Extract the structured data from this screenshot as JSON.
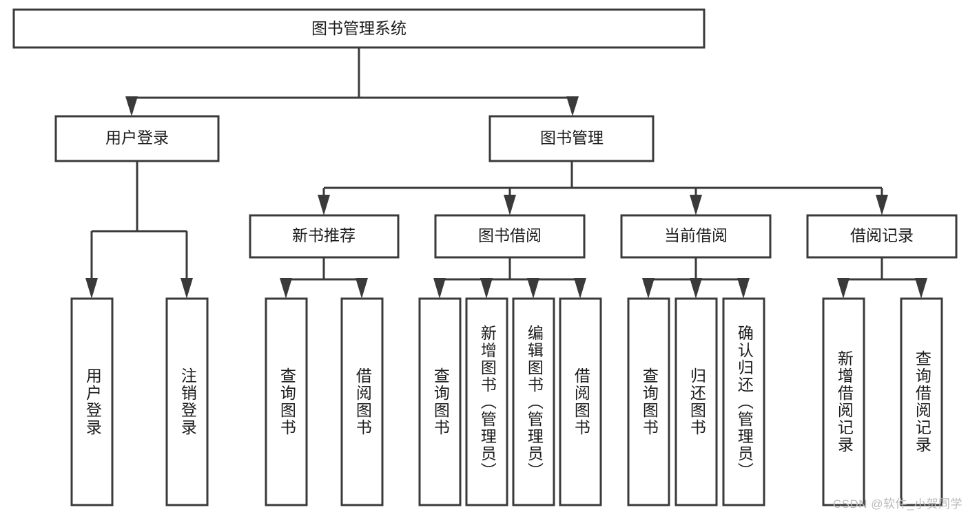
{
  "diagram": {
    "title": "图书管理系统",
    "watermark": "CSDN @软件_小贺同学",
    "root": {
      "label": "图书管理系统"
    },
    "level1": [
      {
        "label": "用户登录"
      },
      {
        "label": "图书管理"
      }
    ],
    "level2": [
      {
        "label": "新书推荐"
      },
      {
        "label": "图书借阅"
      },
      {
        "label": "当前借阅"
      },
      {
        "label": "借阅记录"
      }
    ],
    "leaves": {
      "user_login": [
        {
          "label": "用户登录"
        },
        {
          "label": "注销登录"
        }
      ],
      "new_book_recommend": [
        {
          "label": "查询图书"
        },
        {
          "label": "借阅图书"
        }
      ],
      "book_borrow": [
        {
          "label": "查询图书"
        },
        {
          "label": "新增图书（管理员）"
        },
        {
          "label": "编辑图书（管理员）"
        },
        {
          "label": "借阅图书"
        }
      ],
      "current_borrow": [
        {
          "label": "查询图书"
        },
        {
          "label": "归还图书"
        },
        {
          "label": "确认归还（管理员）"
        }
      ],
      "borrow_record": [
        {
          "label": "新增借阅记录"
        },
        {
          "label": "查询借阅记录"
        }
      ]
    },
    "colors": {
      "stroke": "#3a3a3a",
      "fill": "#ffffff",
      "text": "#1c1c1c",
      "watermark": "#b9b9b9"
    }
  }
}
